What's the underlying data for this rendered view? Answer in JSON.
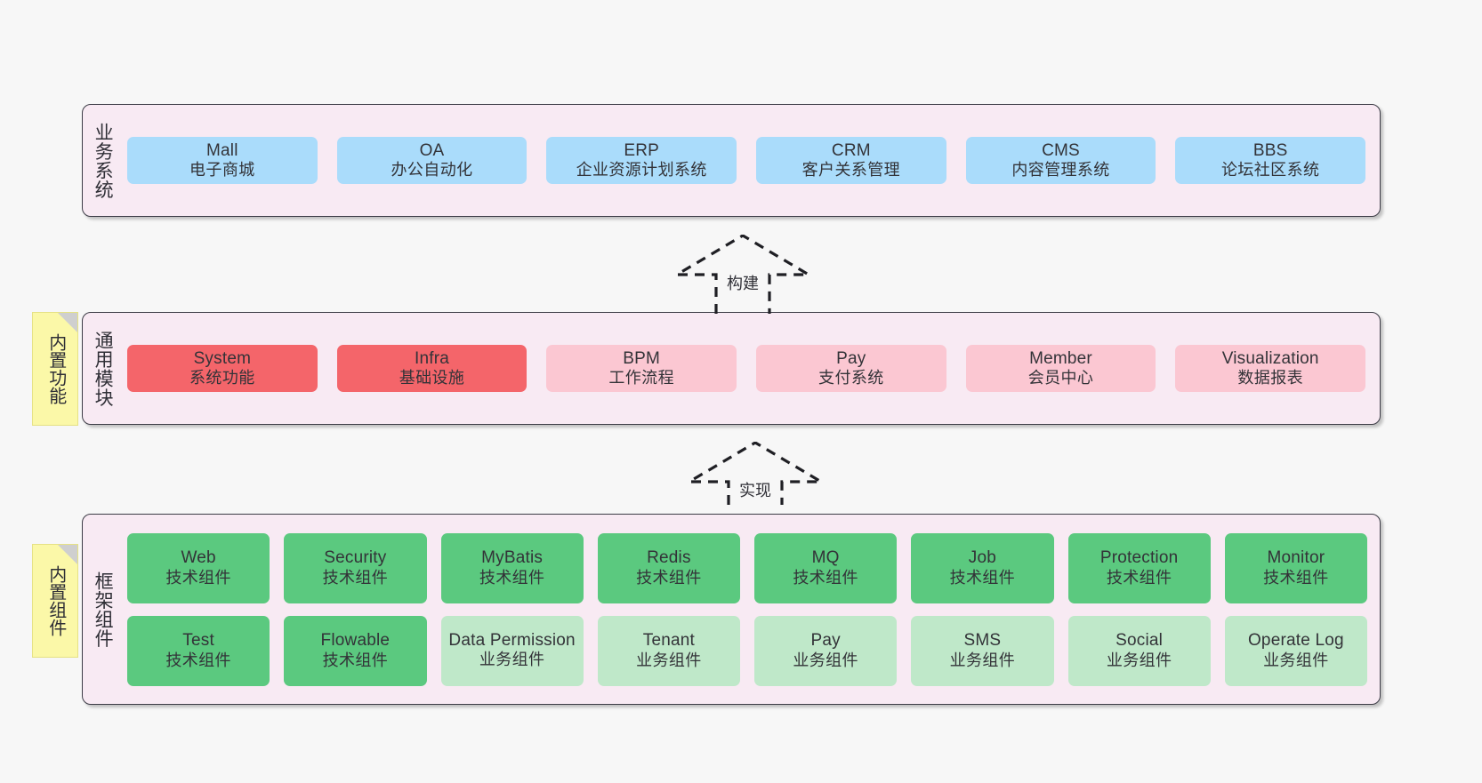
{
  "diagram": {
    "background_color": "#f7f7f7",
    "panel_color": "#f8eaf3",
    "panel_border_color": "#3c3c46"
  },
  "layers": [
    {
      "id": "business-systems",
      "label": "业务系统",
      "note": null,
      "rows": [
        {
          "style": "blue",
          "nodes": [
            {
              "en": "Mall",
              "cn": "电子商城"
            },
            {
              "en": "OA",
              "cn": "办公自动化"
            },
            {
              "en": "ERP",
              "cn": "企业资源计划系统"
            },
            {
              "en": "CRM",
              "cn": "客户关系管理"
            },
            {
              "en": "CMS",
              "cn": "内容管理系统"
            },
            {
              "en": "BBS",
              "cn": "论坛社区系统"
            }
          ]
        }
      ]
    },
    {
      "id": "common-modules",
      "label": "通用模块",
      "note": "内置功能",
      "rows": [
        {
          "style": "mixed",
          "nodes": [
            {
              "en": "System",
              "cn": "系统功能",
              "style": "red"
            },
            {
              "en": "Infra",
              "cn": "基础设施",
              "style": "red"
            },
            {
              "en": "BPM",
              "cn": "工作流程",
              "style": "pink"
            },
            {
              "en": "Pay",
              "cn": "支付系统",
              "style": "pink"
            },
            {
              "en": "Member",
              "cn": "会员中心",
              "style": "pink"
            },
            {
              "en": "Visualization",
              "cn": "数据报表",
              "style": "pink"
            }
          ]
        }
      ]
    },
    {
      "id": "framework-components",
      "label": "框架组件",
      "note": "内置组件",
      "rows": [
        {
          "style": "green",
          "nodes": [
            {
              "en": "Web",
              "cn": "技术组件"
            },
            {
              "en": "Security",
              "cn": "技术组件"
            },
            {
              "en": "MyBatis",
              "cn": "技术组件"
            },
            {
              "en": "Redis",
              "cn": "技术组件"
            },
            {
              "en": "MQ",
              "cn": "技术组件"
            },
            {
              "en": "Job",
              "cn": "技术组件"
            },
            {
              "en": "Protection",
              "cn": "技术组件"
            },
            {
              "en": "Monitor",
              "cn": "技术组件"
            }
          ]
        },
        {
          "style": "mixed",
          "nodes": [
            {
              "en": "Test",
              "cn": "技术组件",
              "style": "green"
            },
            {
              "en": "Flowable",
              "cn": "技术组件",
              "style": "green"
            },
            {
              "en": "Data Permission",
              "cn": "业务组件",
              "style": "lightgreen"
            },
            {
              "en": "Tenant",
              "cn": "业务组件",
              "style": "lightgreen"
            },
            {
              "en": "Pay",
              "cn": "业务组件",
              "style": "lightgreen"
            },
            {
              "en": "SMS",
              "cn": "业务组件",
              "style": "lightgreen"
            },
            {
              "en": "Social",
              "cn": "业务组件",
              "style": "lightgreen"
            },
            {
              "en": "Operate Log",
              "cn": "业务组件",
              "style": "lightgreen"
            }
          ]
        }
      ]
    }
  ],
  "connectors": [
    {
      "id": "build",
      "label": "构建",
      "from": "common-modules",
      "to": "business-systems",
      "style": "dashed-generalization"
    },
    {
      "id": "implement",
      "label": "实现",
      "from": "framework-components",
      "to": "common-modules",
      "style": "dashed-generalization"
    }
  ],
  "colors": {
    "blue": "#aadcfb",
    "red": "#f4656a",
    "pink": "#fbc7d2",
    "green": "#5bc97f",
    "lightgreen": "#bfe8c9",
    "note": "#fbf8a8"
  }
}
